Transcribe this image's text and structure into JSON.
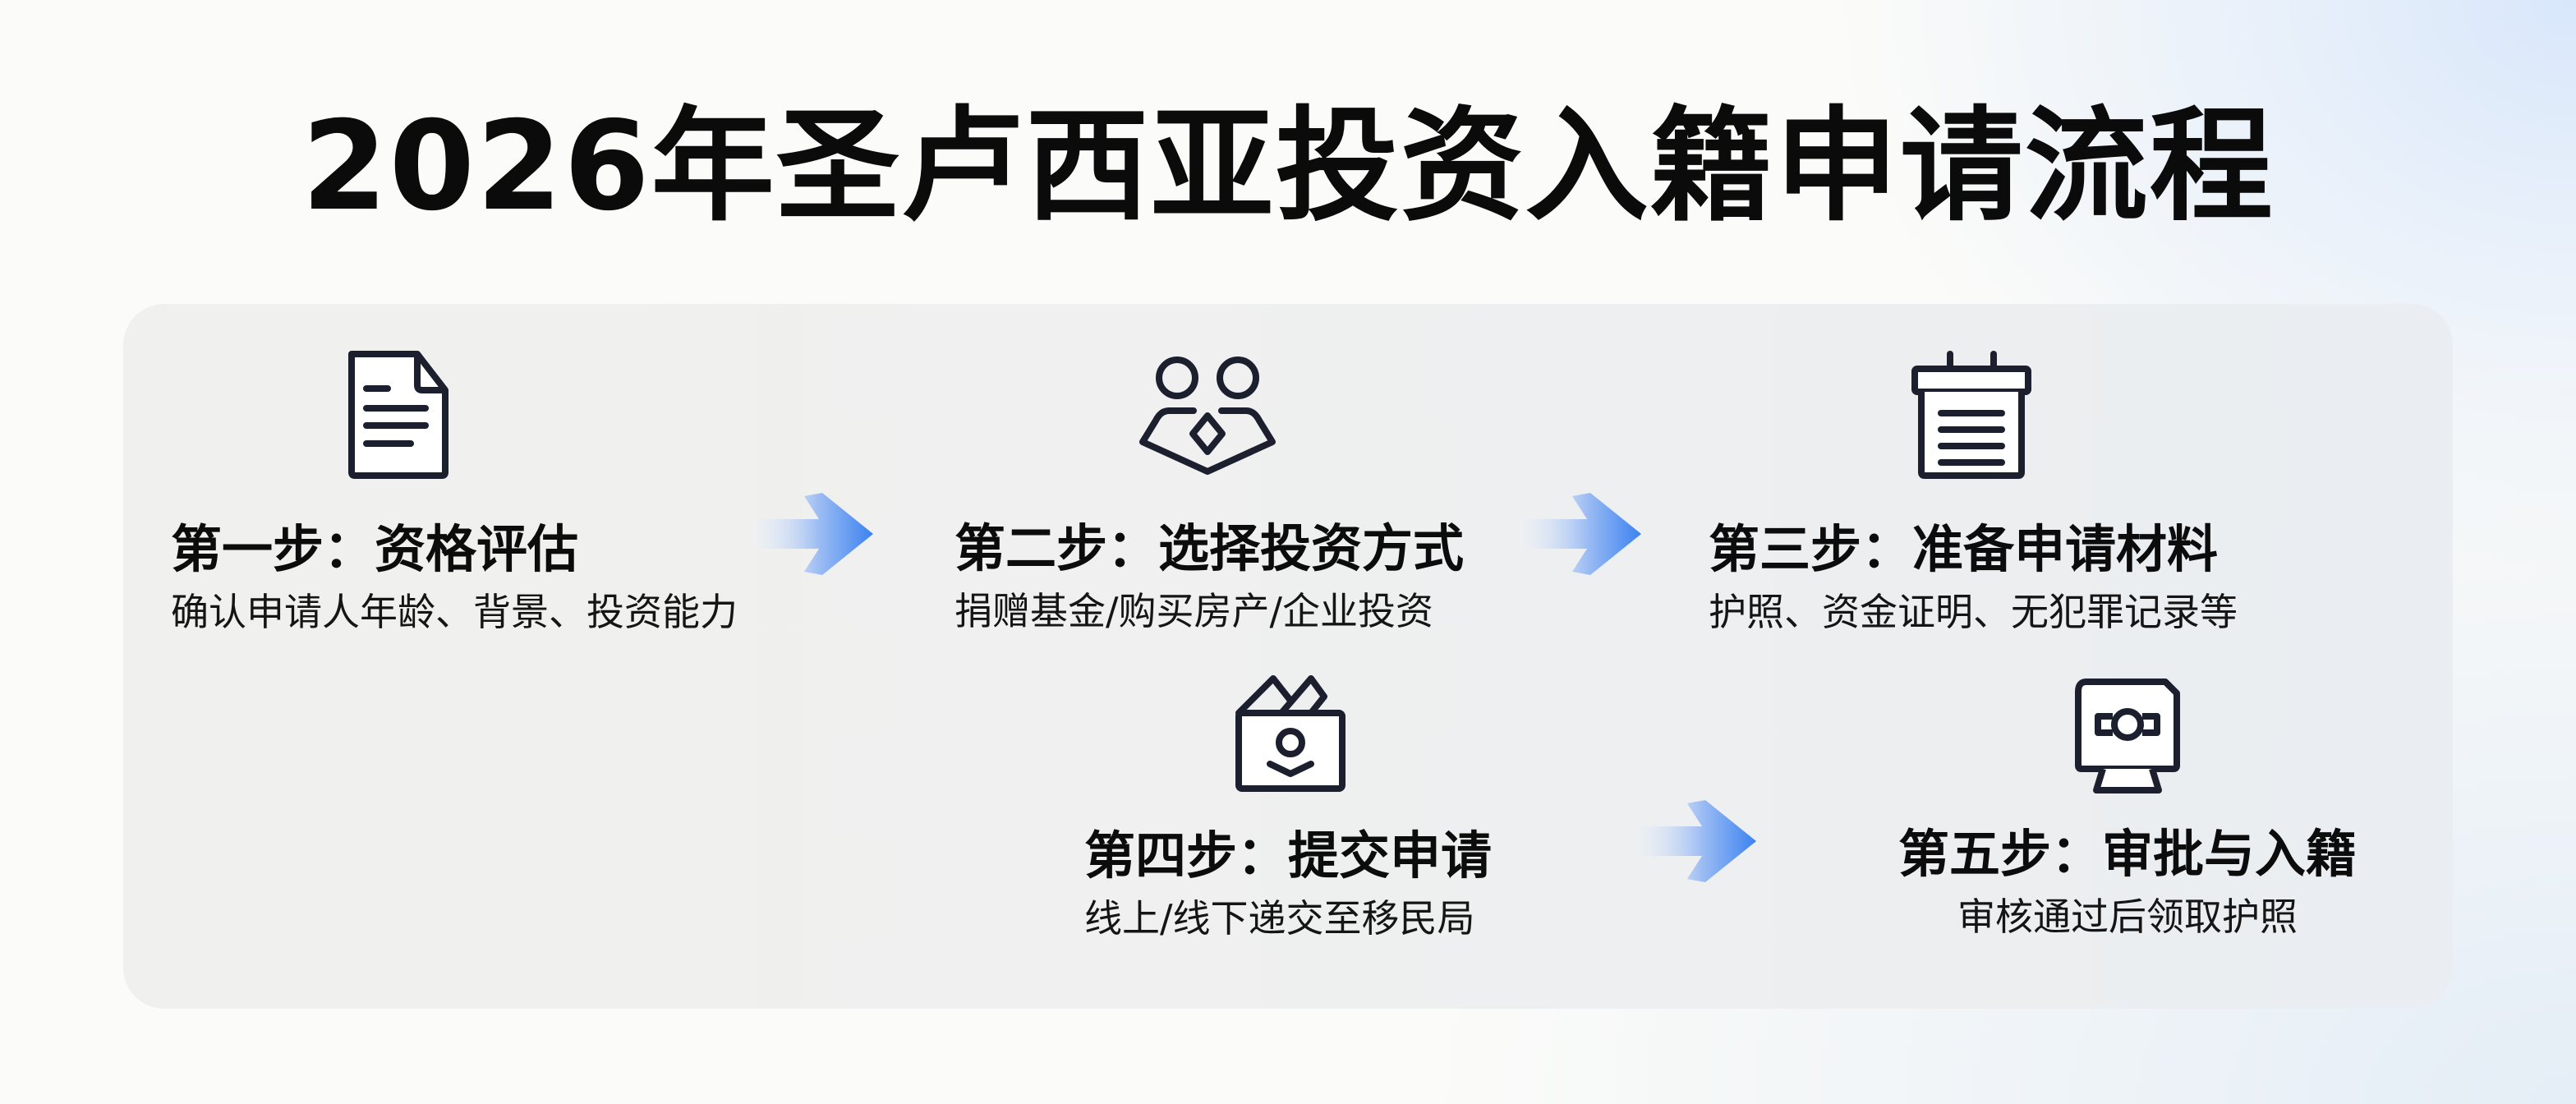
{
  "title": "2026年圣卢西亚投资入籍申请流程",
  "colors": {
    "text": "#0c0c0c",
    "icon_stroke": "#1b1f2e",
    "arrow_start": "#eef3fc",
    "arrow_end": "#3b82f0",
    "panel_bg": "#f0f0ee",
    "page_bg": "#fbfbf9",
    "accent_bg": "#d9e7fb"
  },
  "steps": [
    {
      "icon": "document-icon",
      "title": "第一步：资格评估",
      "description": "确认申请人年龄、背景、投资能力"
    },
    {
      "icon": "people-diamond-icon",
      "title": "第二步：选择投资方式",
      "description": "捐赠基金/购买房产/企业投资"
    },
    {
      "icon": "notepad-list-icon",
      "title": "第三步：准备申请材料",
      "description": "护照、资金证明、无犯罪记录等"
    },
    {
      "icon": "submission-box-icon",
      "title": "第四步：提交申请",
      "description": "线上/线下递交至移民局"
    },
    {
      "icon": "monitor-approval-icon",
      "title": "第五步：审批与入籍",
      "description": "审核通过后领取护照"
    }
  ],
  "connectors": [
    {
      "from": 1,
      "to": 2,
      "icon": "arrow-right-icon"
    },
    {
      "from": 2,
      "to": 3,
      "icon": "arrow-right-icon"
    },
    {
      "from": 4,
      "to": 5,
      "icon": "arrow-right-icon"
    }
  ]
}
